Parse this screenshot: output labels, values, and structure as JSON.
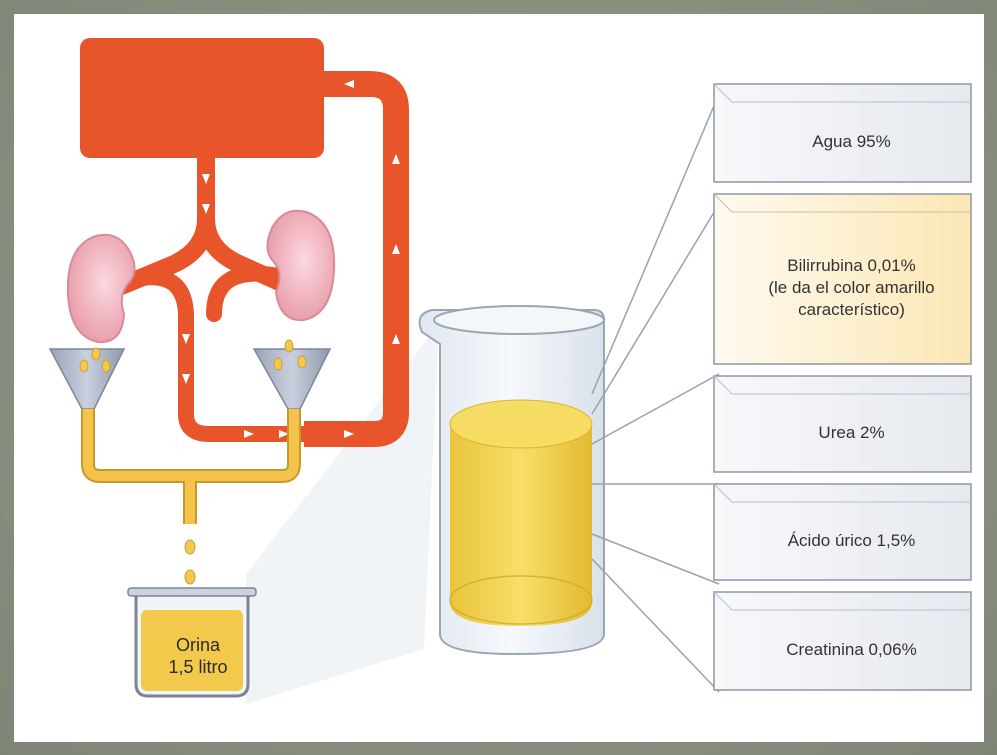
{
  "beaker": {
    "label": "Orina\n1,5 litro"
  },
  "components": [
    {
      "label": "Agua 95%"
    },
    {
      "label": "Bilirrubina 0,01%\n(le da el color amarillo\ncaracterístico)"
    },
    {
      "label": "Urea 2%"
    },
    {
      "label": "Ácido úrico 1,5%"
    },
    {
      "label": "Creatinina 0,06%"
    }
  ],
  "colors": {
    "blood": "#e8552a",
    "kidney": "#f2b6c2",
    "urine": "#f2d04a",
    "tube": "#f5c34b",
    "box_highlight": "#fdf1cf",
    "box": "#eef0f4"
  }
}
